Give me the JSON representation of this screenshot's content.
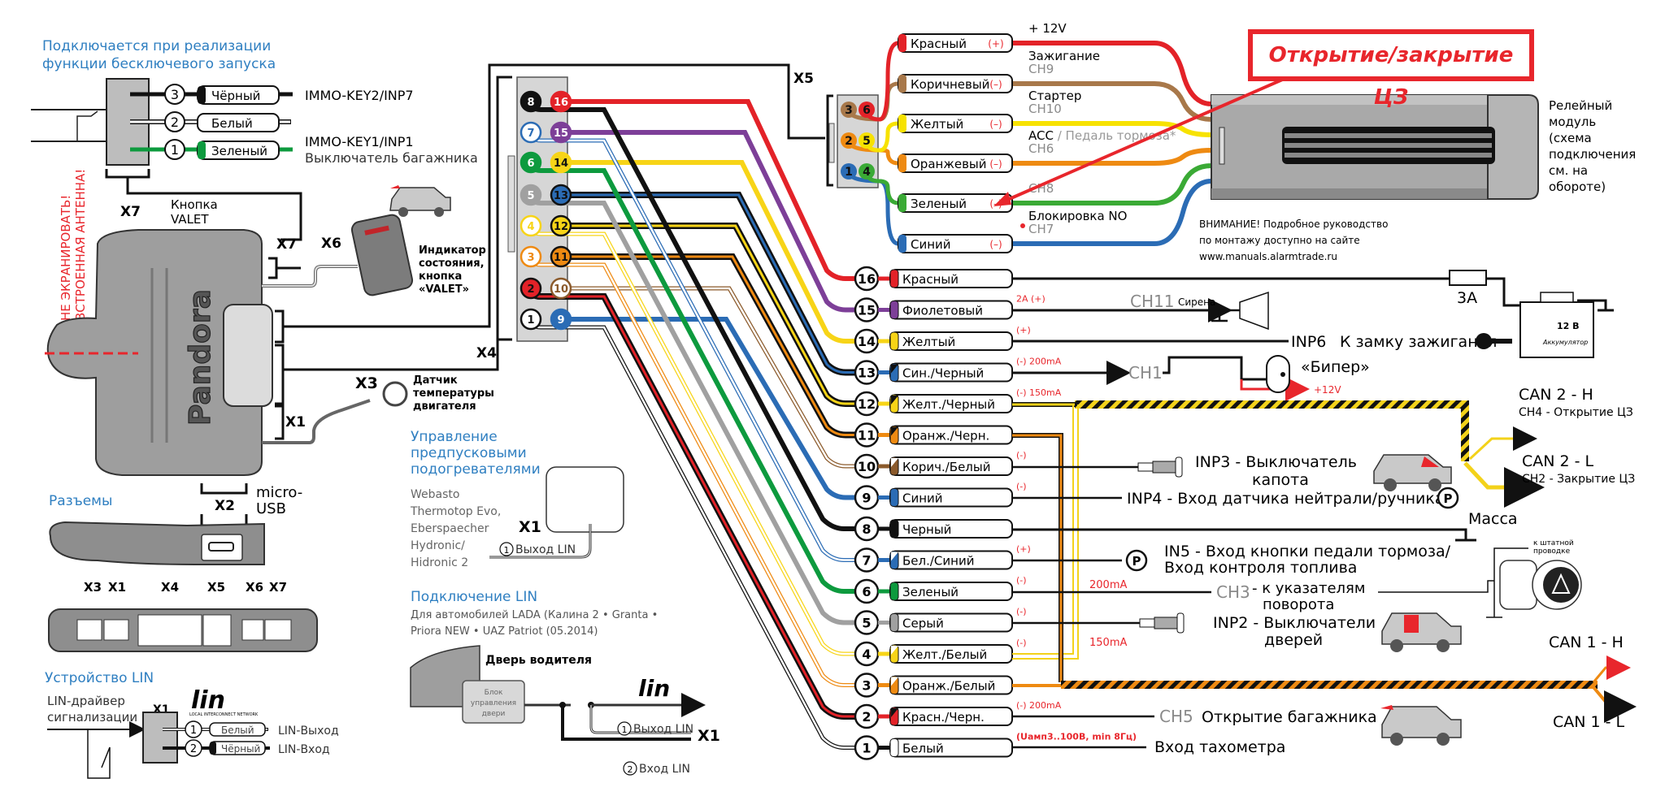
{
  "keyless": {
    "title_line1": "Подключается при реализации",
    "title_line2": "функции бесключевого запуска",
    "connector": "X7",
    "pins": [
      {
        "num": "3",
        "color_name": "Чёрный",
        "color": "#111111",
        "target": "IMMO-KEY2/INP7"
      },
      {
        "num": "2",
        "color_name": "Белый",
        "color": "#ffffff",
        "target": ""
      },
      {
        "num": "1",
        "color_name": "Зеленый",
        "color": "#0d9a3e",
        "target": "IMMO-KEY1/INP1",
        "note": "Выключатель багажника"
      }
    ]
  },
  "antenna_warning": {
    "line1": "НЕ ЭКРАНИРОВАТЬ!",
    "line2": "ВСТРОЕННАЯ АНТЕННА!"
  },
  "main_unit": {
    "brand": "Pandora",
    "valet_label_1": "Кнопка",
    "valet_label_2": "VALET",
    "connectors": {
      "x7": "X7",
      "x7b": "X7",
      "x6": "X6",
      "x4": "X4",
      "x5": "X5",
      "x3": "X3",
      "x1": "X1",
      "x2": "X2"
    },
    "indicator": {
      "line1": "Индикатор",
      "line2": "состояния,",
      "line3": "кнопка",
      "line4": "«VALET»"
    },
    "temp_sensor": {
      "line1": "Датчик",
      "line2": "температуры",
      "line3": "двигателя"
    },
    "micro_usb": {
      "line1": "micro-",
      "line2": "USB"
    }
  },
  "connectors_section": {
    "title": "Разъемы",
    "labels": [
      "X3",
      "X1",
      "X4",
      "X5",
      "X6",
      "X7"
    ]
  },
  "lin_device": {
    "title": "Устройство LIN",
    "driver_1": "LIN-драйвер",
    "driver_2": "сигнализации",
    "connector": "X1",
    "logo": "lin",
    "logo_sub": "LOCAL INTERCONNECT NETWORK",
    "pins": [
      {
        "num": "1",
        "color_name": "Белый",
        "target": "LIN-Выход"
      },
      {
        "num": "2",
        "color_name": "Чёрный",
        "target": "LIN-Вход"
      }
    ]
  },
  "heaters": {
    "title_1": "Управление",
    "title_2": "предпусковыми",
    "title_3": "подогревателями",
    "models": [
      "Webasto",
      "Thermotop Evo,",
      "Eberspaecher",
      "Hydronic/",
      "Hidronic 2"
    ],
    "connector": "X1",
    "pin": {
      "num": "1",
      "label": "Выход LIN"
    }
  },
  "lin_connection": {
    "title": "Подключение LIN",
    "desc_1": "Для автомобилей LADA (Калина 2 • Granta •",
    "desc_2": "Priora NEW • UAZ Patriot (05.2014)",
    "door": "Дверь водителя",
    "block_1": "Блок",
    "block_2": "управления",
    "block_3": "двери",
    "connector": "X1",
    "pins": [
      {
        "num": "1",
        "label": "Выход LIN"
      },
      {
        "num": "2",
        "label": "Вход LIN"
      }
    ]
  },
  "x4_pins_left": [
    "8",
    "7",
    "6",
    "5",
    "4",
    "3",
    "2",
    "1"
  ],
  "x4_pins_right": [
    "16",
    "15",
    "14",
    "13",
    "12",
    "11",
    "10",
    "9"
  ],
  "x5": {
    "pins": [
      "3",
      "6",
      "2",
      "5",
      "1",
      "4"
    ],
    "wires": [
      {
        "color_name": "Красный",
        "polarity": "(+)",
        "func": "+ 12V",
        "channel": "",
        "color": "#e32228"
      },
      {
        "color_name": "Коричневый",
        "polarity": "(–)",
        "func": "Зажигание",
        "channel": "CH9",
        "color": "#a8784a"
      },
      {
        "color_name": "Желтый",
        "polarity": "(–)",
        "func": "Стартер",
        "channel": "CH10",
        "color": "#f7e200"
      },
      {
        "color_name": "Оранжевый",
        "polarity": "(–)",
        "func": "ACC",
        "func_extra": " / Педаль тормоза*",
        "channel": "CH6",
        "color": "#ee8a12"
      },
      {
        "color_name": "Зеленый",
        "polarity": "(–)",
        "func": "",
        "channel": "CH8",
        "color": "#3aaa35"
      },
      {
        "color_name": "Синий",
        "polarity": "(–)",
        "func": "Блокировка NO",
        "channel": "CH7",
        "color": "#2b6cb5"
      }
    ]
  },
  "relay": {
    "line1": "Релейный",
    "line2": "модуль",
    "line3": "(схема",
    "line4": "подключения",
    "line5": "см. на",
    "line6": "обороте)",
    "notice_1": "ВНИМАНИЕ!  Подробное руководство",
    "notice_2": "по монтажу доступно на сайте",
    "notice_3": "www.manuals.alarmtrade.ru"
  },
  "callout": {
    "text": "Открытие/закрытие ЦЗ",
    "color": "#e8262c"
  },
  "x4_wires": [
    {
      "num": "16",
      "color_name": "Красный",
      "note": "",
      "target": "",
      "color": "#e32228",
      "stripe": ""
    },
    {
      "num": "15",
      "color_name": "Фиолетовый",
      "note": "2A (+)",
      "target": "CH11",
      "target2": "Сирена",
      "color": "#7d3f98",
      "stripe": ""
    },
    {
      "num": "14",
      "color_name": "Желтый",
      "note": "(+)",
      "target": "INP6",
      "target2": "К замку зажигания",
      "color": "#f7d417",
      "stripe": ""
    },
    {
      "num": "13",
      "color_name": "Син./Черный",
      "note": "(-) 200mA",
      "target": "CH1",
      "target2": "«Бипер»",
      "color": "#2b6cb5",
      "stripe": "#111111"
    },
    {
      "num": "12",
      "color_name": "Желт./Черный",
      "note": "(-) 150mA",
      "target": "",
      "color": "#f7d417",
      "stripe": "#111111"
    },
    {
      "num": "11",
      "color_name": "Оранж./Черн.",
      "note": "",
      "target": "",
      "color": "#ee8a12",
      "stripe": "#111111"
    },
    {
      "num": "10",
      "color_name": "Корич./Белый",
      "note": "(-)",
      "target": "INP3 - Выключатель",
      "target2": "капота",
      "color": "#8b5a2b",
      "stripe": "#ffffff"
    },
    {
      "num": "9",
      "color_name": "Синий",
      "note": "(-)",
      "target": "INP4 - Вход датчика нейтрали/ручника",
      "color": "#2b6cb5",
      "stripe": ""
    },
    {
      "num": "8",
      "color_name": "Черный",
      "note": "",
      "target": "Масса",
      "color": "#111111",
      "stripe": ""
    },
    {
      "num": "7",
      "color_name": "Бел./Синий",
      "note": "(+)",
      "target": "IN5 - Вход кнопки педали тормоза/",
      "target2": "Вход контроля топлива",
      "color": "#2b6cb5",
      "stripe": "#ffffff"
    },
    {
      "num": "6",
      "color_name": "Зеленый",
      "note": "(-)",
      "target": "CH3",
      "target2": "- к указателям",
      "target3": "поворота",
      "color": "#0d9a3e",
      "stripe": ""
    },
    {
      "num": "5",
      "color_name": "Серый",
      "note": "(-)",
      "target": "INP2 - Выключатели",
      "target2": "дверей",
      "color": "#a0a0a0",
      "stripe": ""
    },
    {
      "num": "4",
      "color_name": "Желт./Белый",
      "note": "(-)",
      "target": "",
      "color": "#f7d417",
      "stripe": "#ffffff"
    },
    {
      "num": "3",
      "color_name": "Оранж./Белый",
      "note": "",
      "target": "",
      "color": "#ee8a12",
      "stripe": "#ffffff"
    },
    {
      "num": "2",
      "color_name": "Красн./Черн.",
      "note": "(-) 200mA",
      "target": "CH5",
      "target2": "Открытие багажника",
      "color": "#e32228",
      "stripe": "#111111"
    },
    {
      "num": "1",
      "color_name": "Белый",
      "note": "(Uамп3..100В, min 8Гц)",
      "target": "Вход тахометра",
      "color": "#ffffff",
      "stripe": ""
    }
  ],
  "misc": {
    "fuse": "3А",
    "battery_1": "12 В",
    "battery_2": "Аккумулятор",
    "beeper_v": "+12V",
    "note_200ma": "200mA",
    "note_150ma": "150mA",
    "hazard_label_1": "к штатной",
    "hazard_label_2": "проводке"
  },
  "can": {
    "can2_h": "CAN 2 - H",
    "can2_h_sub": "CH4 - Открытие ЦЗ",
    "can2_l": "CAN 2 - L",
    "can2_l_sub": "CH2 - Закрытие ЦЗ",
    "can1_h": "CAN 1 - H",
    "can1_l": "CAN 1 - L"
  }
}
